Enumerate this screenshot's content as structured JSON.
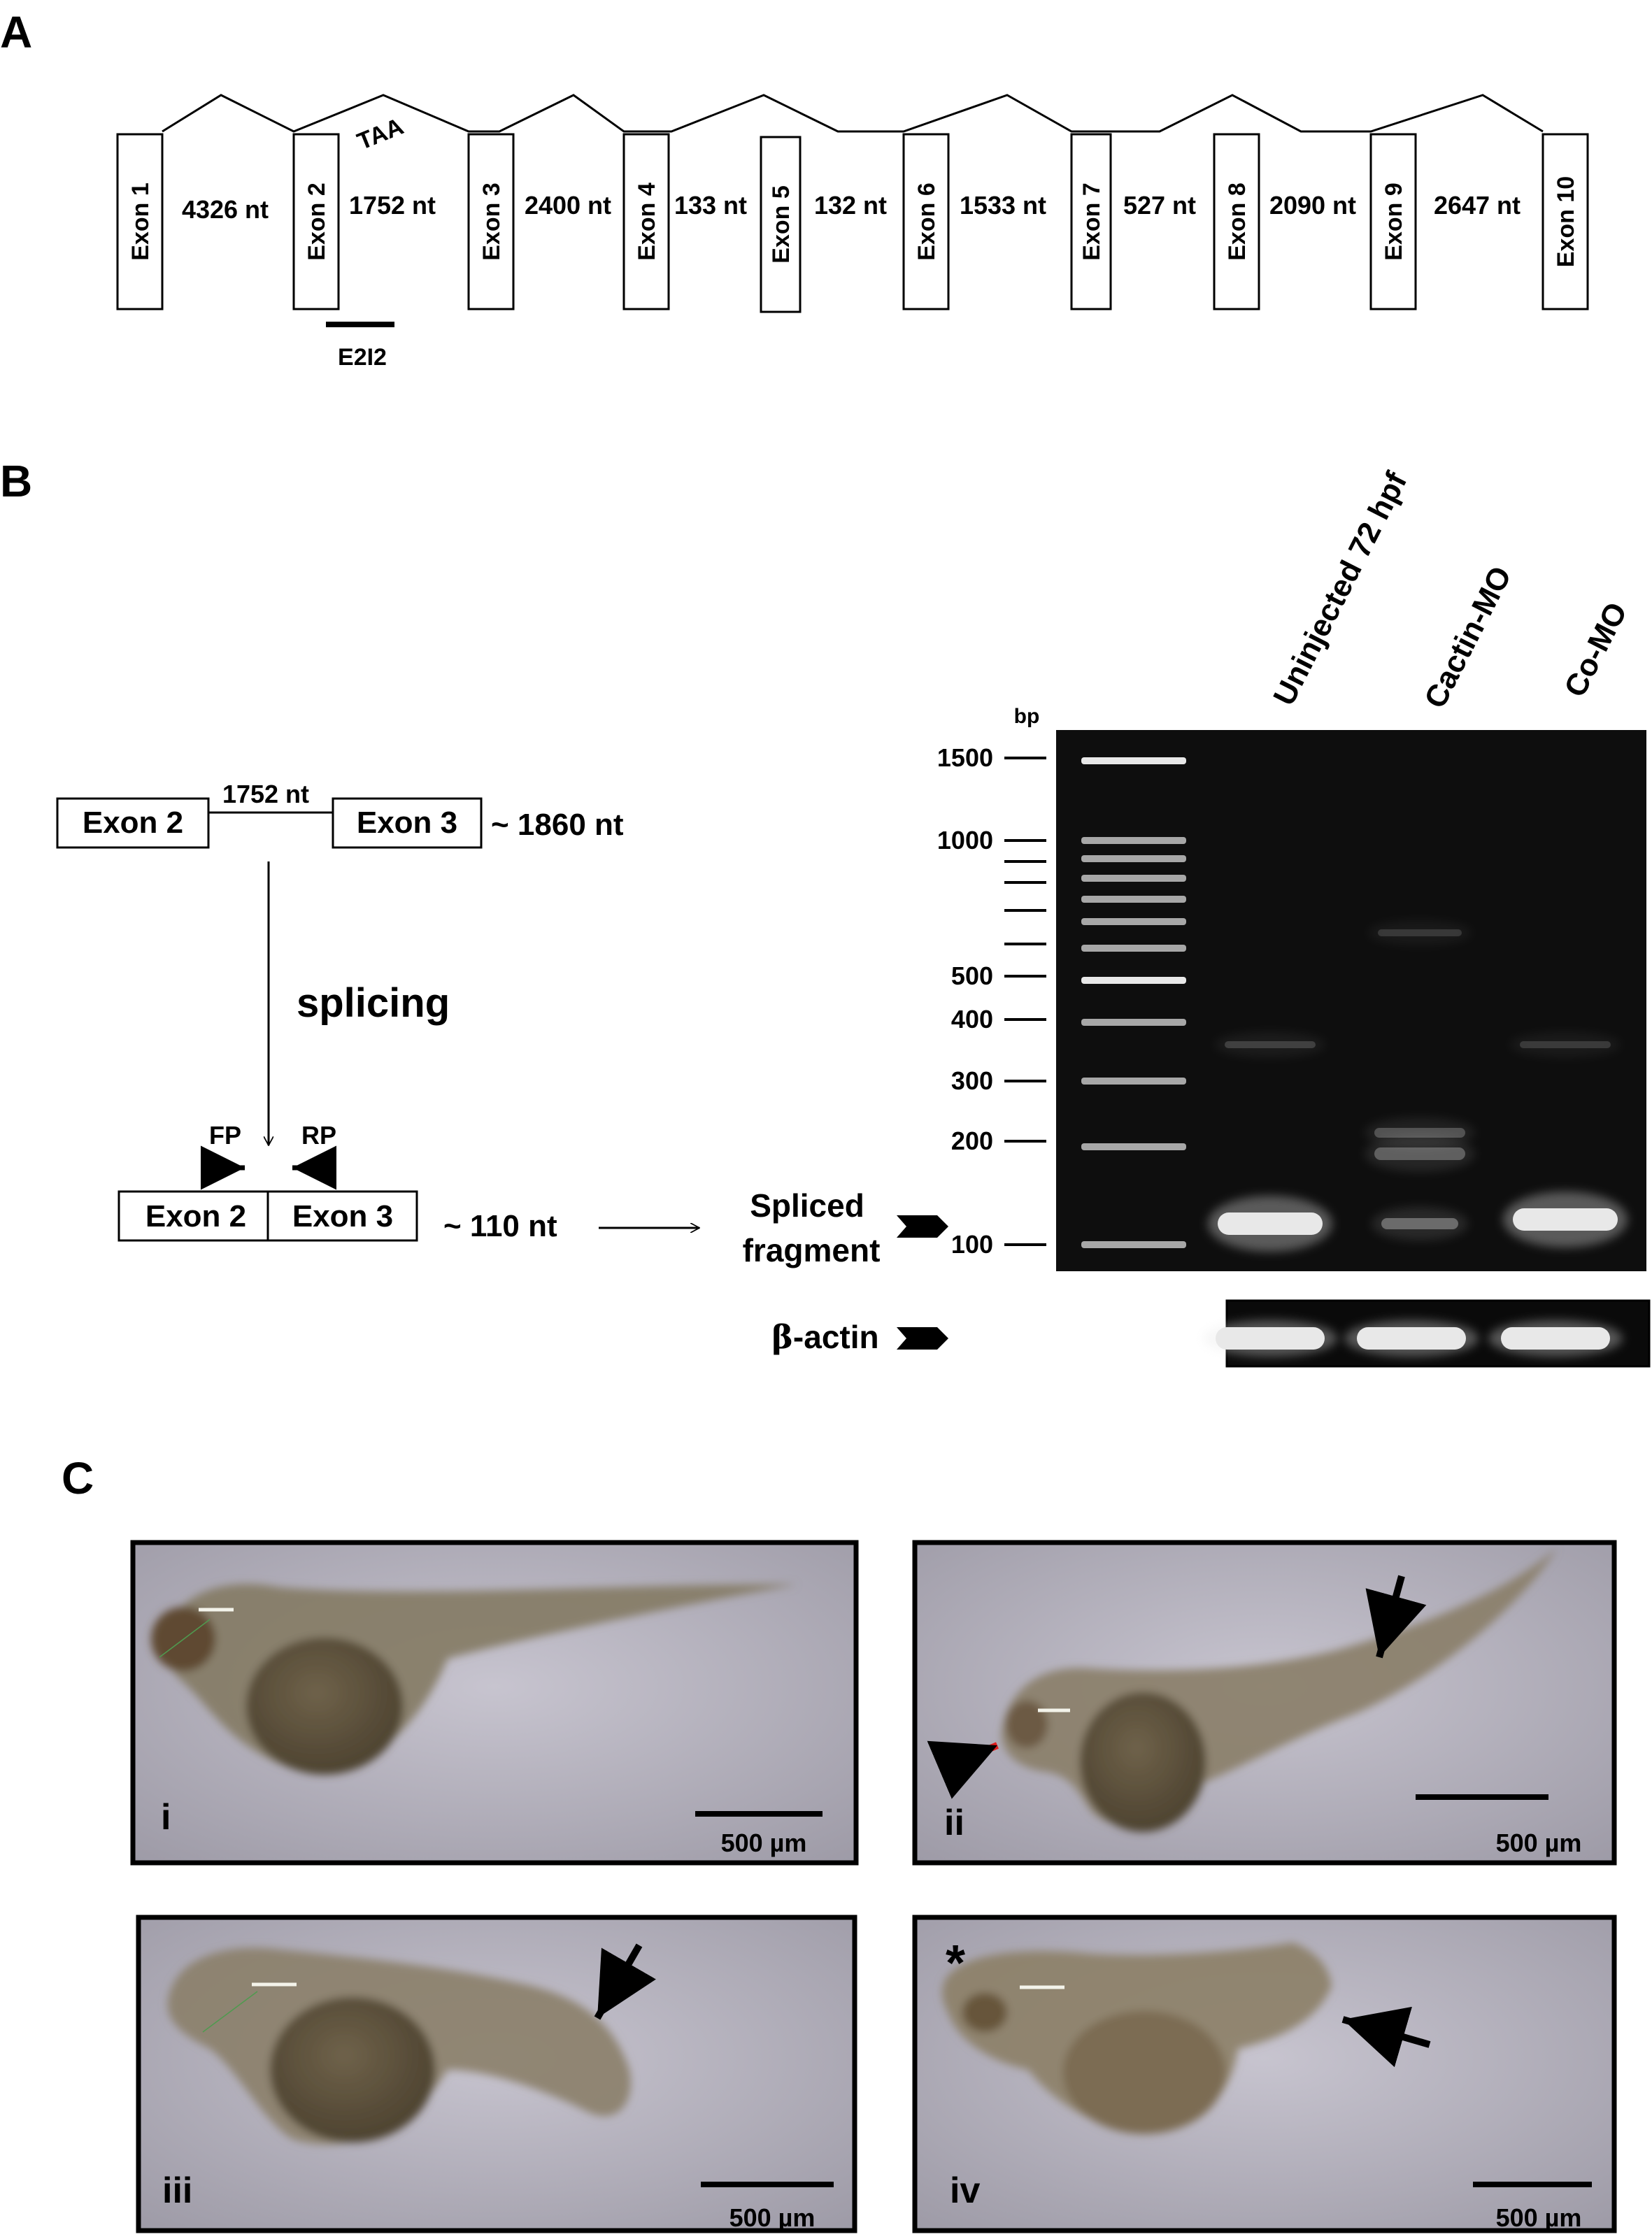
{
  "panels": {
    "a": "A",
    "b": "B",
    "c": "C"
  },
  "gene": {
    "exons": [
      "Exon 1",
      "Exon 2",
      "Exon 3",
      "Exon 4",
      "Exon 5",
      "Exon 6",
      "Exon 7",
      "Exon 8",
      "Exon 9",
      "Exon 10"
    ],
    "introns": [
      "4326 nt",
      "1752 nt",
      "2400 nt",
      "133 nt",
      "132 nt",
      "1533 nt",
      "527 nt",
      "2090 nt",
      "2647 nt"
    ],
    "stop_codon": "TAA",
    "morpholino": "E2I2"
  },
  "splice": {
    "exon_a": "Exon 2",
    "exon_b": "Exon 3",
    "intron_len": "1752 nt",
    "unspliced_len": "~ 1860 nt",
    "process": "splicing",
    "fp": "FP",
    "rp": "RP",
    "spliced_len": "~ 110 nt",
    "fragment_line1": "Spliced",
    "fragment_line2": "fragment",
    "beta_actin_symbol": "β",
    "beta_actin_text": "-actin"
  },
  "gel": {
    "unit": "bp",
    "marker_labels": [
      "1500",
      "1000",
      "500",
      "400",
      "300",
      "200",
      "100"
    ],
    "lanes": [
      "Uninjected 72 hpf",
      "Cactin-MO",
      "Co-MO"
    ],
    "colors": {
      "background": "#0e0e0e",
      "band": "#e8e8e8"
    }
  },
  "embryos": {
    "labels": [
      "i",
      "ii",
      "iii",
      "iv"
    ],
    "scale_bar": "500 µm",
    "asterisk": "*",
    "colors": {
      "background": "#b9b6c3",
      "embryo": "#857760",
      "yolk": "#5d523d",
      "red_arrow": "#e21d1d"
    }
  }
}
